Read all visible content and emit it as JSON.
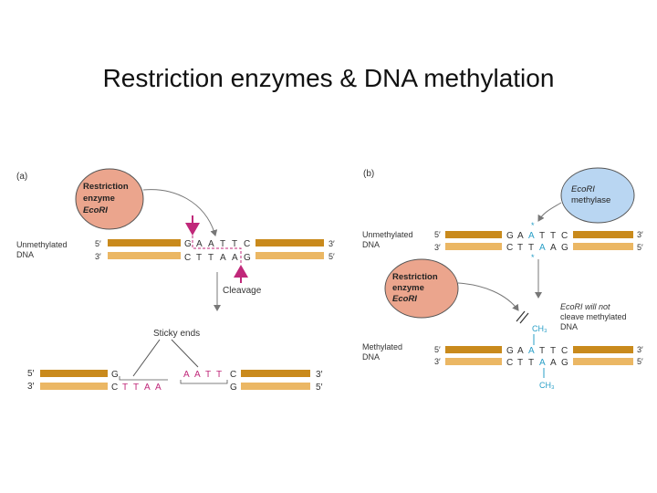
{
  "title": "Restriction enzymes & DNA methylation",
  "panel_a": {
    "label": "(a)",
    "enzyme_bubble": [
      "Restriction",
      "enzyme",
      "EcoRI"
    ],
    "dna_label": [
      "Unmethylated",
      "DNA"
    ],
    "top_5": "5′",
    "top_3": "3′",
    "bot_3": "3′",
    "bot_5": "5′",
    "top_seq": [
      "G",
      "A",
      "A",
      "T",
      "T",
      "C"
    ],
    "bot_seq": [
      "C",
      "T",
      "T",
      "A",
      "A",
      "G"
    ],
    "cleavage": "Cleavage",
    "sticky": "Sticky ends",
    "left_top_5": "5′",
    "left_bot_3": "3′",
    "right_top_3": "3′",
    "right_bot_5": "5′",
    "left_top_base": "G",
    "left_bot_bases": [
      "C",
      "T",
      "T",
      "A",
      "A"
    ],
    "right_top_bases": [
      "A",
      "A",
      "T",
      "T",
      "C"
    ],
    "right_bot_base": "G"
  },
  "panel_b": {
    "label": "(b)",
    "methylase_bubble": [
      "EcoRI",
      "methylase"
    ],
    "unmeth_label": [
      "Unmethylated",
      "DNA"
    ],
    "u_top_5": "5′",
    "u_top_3": "3′",
    "u_bot_3": "3′",
    "u_bot_5": "5′",
    "u_top_seq": [
      "G",
      "A",
      "A",
      "T",
      "T",
      "C"
    ],
    "u_bot_seq": [
      "C",
      "T",
      "T",
      "A",
      "A",
      "G"
    ],
    "star": "*",
    "enzyme_bubble": [
      "Restriction",
      "enzyme",
      "EcoRI"
    ],
    "note": [
      "EcoRI will not",
      "cleave methylated",
      "DNA"
    ],
    "ch3_top": "CH₃",
    "ch3_bottom": "CH₃",
    "meth_label": [
      "Methylated",
      "DNA"
    ],
    "m_top_5": "5′",
    "m_top_3": "3′",
    "m_bot_3": "3′",
    "m_bot_5": "5′",
    "m_top_seq": [
      "G",
      "A",
      "A",
      "T",
      "T",
      "C"
    ],
    "m_bot_seq": [
      "C",
      "T",
      "T",
      "A",
      "A",
      "G"
    ]
  },
  "colors": {
    "strand_dark": "#c98a1c",
    "strand_light": "#ebb764",
    "enzyme_bubble": "#eba58d",
    "methylase_bubble": "#b9d6f2",
    "cut_mark": "#c0287a",
    "methyl": "#2a9fc7"
  }
}
